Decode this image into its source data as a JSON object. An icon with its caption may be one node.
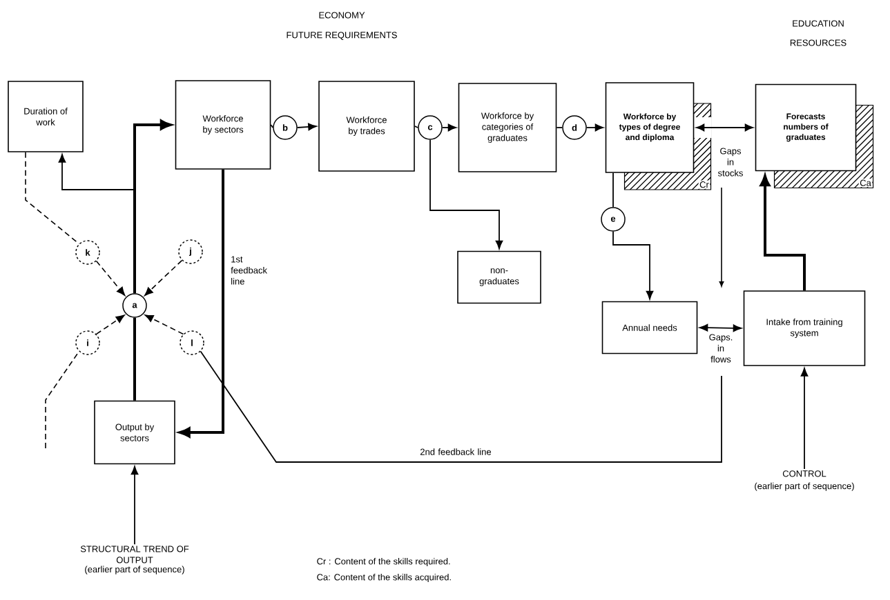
{
  "diagram": {
    "nodes": [
      {
        "text": [
          "Duration of work"
        ]
      },
      {
        "text": [
          "Workforce by sectors"
        ]
      },
      {
        "text": [
          "b"
        ]
      },
      {
        "text": [
          "Workforce by trades"
        ]
      },
      {
        "text": [
          "c"
        ]
      },
      {
        "text": [
          "Workforce by categories of graduates"
        ]
      },
      {
        "text": [
          "d"
        ]
      },
      {
        "text": [
          "Workforce by types of degree and diploma"
        ],
        "beside": [
          "Cr"
        ]
      },
      {
        "text": [
          "Forecasts numbers of graduates"
        ],
        "beside": [
          "Ca"
        ]
      },
      {
        "text": [
          "e"
        ]
      },
      {
        "text": [
          "non-graduates"
        ]
      },
      {
        "text": [
          "Annual needs"
        ]
      },
      {
        "text": [
          "Intake from training system"
        ]
      },
      {
        "text": [
          "Output by sectors"
        ]
      },
      {
        "text": [
          "a"
        ]
      },
      {
        "text": [
          "k"
        ]
      },
      {
        "text": [
          "j"
        ]
      },
      {
        "text": [
          "i"
        ]
      },
      {
        "text": [
          "l"
        ]
      },
      {
        "text": [
          "STRUCTURAL TREND OF OUTPUT",
          "(earlier part of sequence)"
        ]
      },
      {
        "text": [
          "CONTROL",
          "(earlier part of sequence)"
        ]
      }
    ],
    "edges": [
      {
        "from": 13,
        "to": 14,
        "arrow": "none",
        "style": "thick"
      },
      {
        "from": 14,
        "to": 1,
        "arrow": "to",
        "style": "thick"
      },
      {
        "from": 14,
        "to": 0,
        "arrow": "to"
      },
      {
        "from": 1,
        "to": 13,
        "arrow": "to",
        "style": "thick",
        "label": "1st feedback line"
      },
      {
        "from": 1,
        "to": 2,
        "arrow": "none"
      },
      {
        "from": 2,
        "to": 3,
        "arrow": "to"
      },
      {
        "from": 3,
        "to": 4,
        "arrow": "none"
      },
      {
        "from": 4,
        "to": 5,
        "arrow": "to"
      },
      {
        "from": 5,
        "to": 6,
        "arrow": "none"
      },
      {
        "from": 6,
        "to": 7,
        "arrow": "to"
      },
      {
        "from": 4,
        "to": 10,
        "arrow": "to"
      },
      {
        "from": 7,
        "to": 9,
        "arrow": "none"
      },
      {
        "from": 9,
        "to": 11,
        "arrow": "to"
      },
      {
        "from": 7,
        "to": 8,
        "arrow": "both",
        "label": "Gaps in stocks"
      },
      {
        "from": 11,
        "to": 12,
        "arrow": "both",
        "label": "Gaps. in flows"
      },
      {
        "from": 12,
        "to": 8,
        "arrow": "to",
        "style": "thick"
      },
      {
        "from": 19,
        "to": 13,
        "arrow": "to"
      },
      {
        "from": 20,
        "to": 12,
        "arrow": "to"
      },
      {
        "from": null,
        "to": 18,
        "arrow": "none",
        "label": "2nd feedback line"
      },
      {
        "from": 0,
        "to": 15,
        "arrow": "none",
        "style": "dashed"
      },
      {
        "from": 15,
        "to": 14,
        "arrow": "to",
        "style": "dashed"
      },
      {
        "from": 16,
        "to": 14,
        "arrow": "to",
        "style": "dashed"
      },
      {
        "from": 17,
        "to": 14,
        "arrow": "to",
        "style": "dashed"
      },
      {
        "from": 18,
        "to": 14,
        "arrow": "to",
        "style": "dashed"
      },
      {
        "from": null,
        "to": 17,
        "arrow": "none",
        "style": "dashed"
      }
    ],
    "labels": [
      "ECONOMY",
      "FUTURE REQUIREMENTS",
      "EDUCATION",
      "RESOURCES",
      "Cr : Content of the skills required.",
      "Ca: Content of the skills acquired."
    ]
  }
}
